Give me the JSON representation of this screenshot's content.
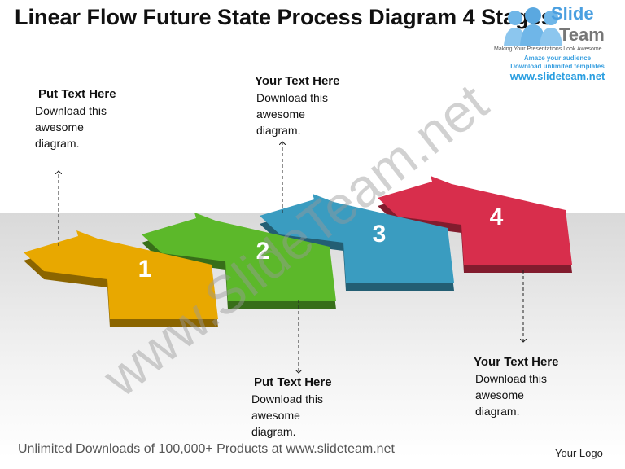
{
  "title": "Linear Flow Future State Process Diagram 4 Stages",
  "logo": {
    "brand_top": "Slide",
    "brand_bottom": "Team",
    "tagline": "Making Your Presentations Look Awesome",
    "line1": "Amaze your audience",
    "line2": "Download unlimited templates",
    "url": "www.slideteam.net"
  },
  "watermark": "www.SlideTeam.net",
  "stages": [
    {
      "number": "1",
      "color": "#e8a800"
    },
    {
      "number": "2",
      "color": "#5cb82a"
    },
    {
      "number": "3",
      "color": "#3a9cc0"
    },
    {
      "number": "4",
      "color": "#d82e4c"
    }
  ],
  "callouts": [
    {
      "heading": "Put Text Here",
      "body": "Download this awesome diagram."
    },
    {
      "heading": "Your Text Here",
      "body": "Download this awesome diagram."
    },
    {
      "heading": "Put Text Here",
      "body": "Download this awesome diagram."
    },
    {
      "heading": "Your Text Here",
      "body": "Download this awesome diagram."
    }
  ],
  "footer": "Unlimited Downloads of 100,000+ Products at www.slideteam.net",
  "your_logo": "Your Logo"
}
